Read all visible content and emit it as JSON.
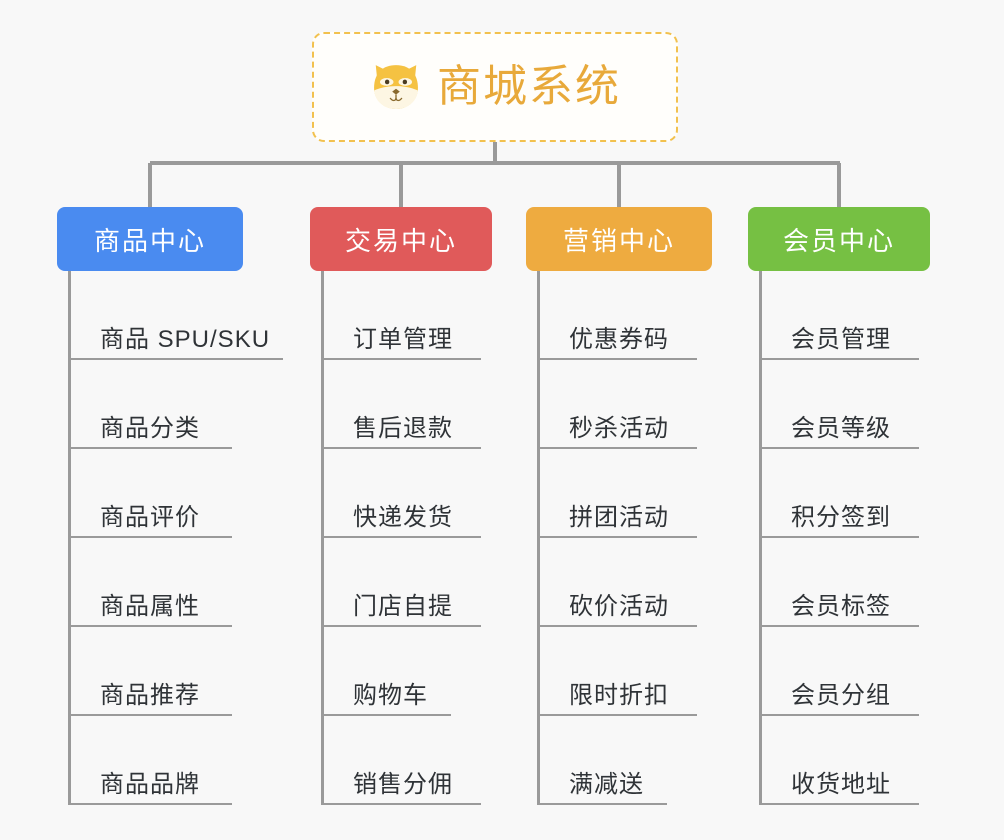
{
  "page": {
    "background_color": "#f8f8f8",
    "type": "mind-map"
  },
  "root": {
    "title": "商城系统",
    "icon": "shiba-dog-face-icon",
    "border_color": "#f2c14e",
    "text_color": "#e8a93a",
    "background_color": "#fffefb"
  },
  "connector": {
    "color": "#9a9a9a"
  },
  "branches": [
    {
      "label": "商品中心",
      "color": "#4a8bf0",
      "items": [
        {
          "label": "商品 SPU/SKU",
          "width": "wide"
        },
        {
          "label": "商品分类",
          "width": "normal"
        },
        {
          "label": "商品评价",
          "width": "normal"
        },
        {
          "label": "商品属性",
          "width": "normal"
        },
        {
          "label": "商品推荐",
          "width": "normal"
        },
        {
          "label": "商品品牌",
          "width": "normal"
        }
      ]
    },
    {
      "label": "交易中心",
      "color": "#e05a5a",
      "items": [
        {
          "label": "订单管理",
          "width": "normal"
        },
        {
          "label": "售后退款",
          "width": "normal"
        },
        {
          "label": "快递发货",
          "width": "normal"
        },
        {
          "label": "门店自提",
          "width": "normal"
        },
        {
          "label": "购物车",
          "width": "narrow"
        },
        {
          "label": "销售分佣",
          "width": "normal"
        }
      ]
    },
    {
      "label": "营销中心",
      "color": "#eeab40",
      "items": [
        {
          "label": "优惠券码",
          "width": "normal"
        },
        {
          "label": "秒杀活动",
          "width": "normal"
        },
        {
          "label": "拼团活动",
          "width": "normal"
        },
        {
          "label": "砍价活动",
          "width": "normal"
        },
        {
          "label": "限时折扣",
          "width": "normal"
        },
        {
          "label": "满减送",
          "width": "narrow"
        }
      ]
    },
    {
      "label": "会员中心",
      "color": "#76c043",
      "items": [
        {
          "label": "会员管理",
          "width": "normal"
        },
        {
          "label": "会员等级",
          "width": "normal"
        },
        {
          "label": "积分签到",
          "width": "normal"
        },
        {
          "label": "会员标签",
          "width": "normal"
        },
        {
          "label": "会员分组",
          "width": "normal"
        },
        {
          "label": "收货地址",
          "width": "normal"
        }
      ]
    }
  ]
}
